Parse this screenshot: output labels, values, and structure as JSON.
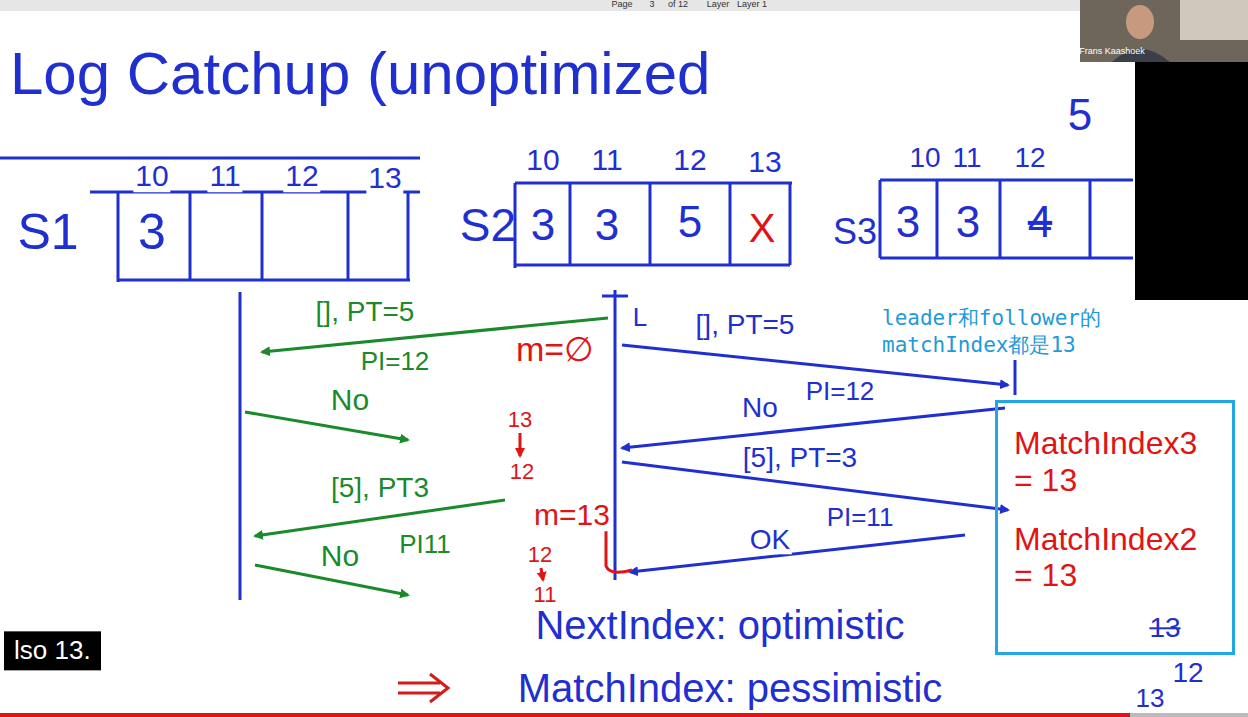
{
  "diagram": {
    "title": "Log Catchup (unoptimized",
    "nodes": [
      {
        "text": [
          "S1",
          "3"
        ]
      },
      {
        "text": [
          "S2",
          "3",
          "3",
          "5",
          "X"
        ]
      },
      {
        "text": [
          "S3",
          "3",
          "3",
          "4"
        ]
      },
      {
        "text": [
          "MatchIndex3 = 13",
          "MatchIndex2 = 13"
        ]
      }
    ],
    "labels": [
      "Page",
      "3",
      "of 12",
      "Layer",
      "Layer 1",
      "Frans Kaashoek",
      "5",
      "10",
      "11",
      "12",
      "13",
      "10",
      "11",
      "12",
      "13",
      "10",
      "11",
      "12",
      "[], PT=5",
      "PI=12",
      "No",
      "[5], PT3",
      "PI11",
      "No",
      "m=∅",
      "13",
      "12",
      "m=13",
      "12",
      "11",
      "L",
      "[], PT=5",
      "PI=12",
      "No",
      "[5], PT=3",
      "PI=11",
      "OK",
      "leader和follower的 matchIndex都是13",
      "13",
      "NextIndex: optimistic",
      "MatchIndex: pessimistic",
      "12",
      "13",
      "lso 13."
    ]
  }
}
